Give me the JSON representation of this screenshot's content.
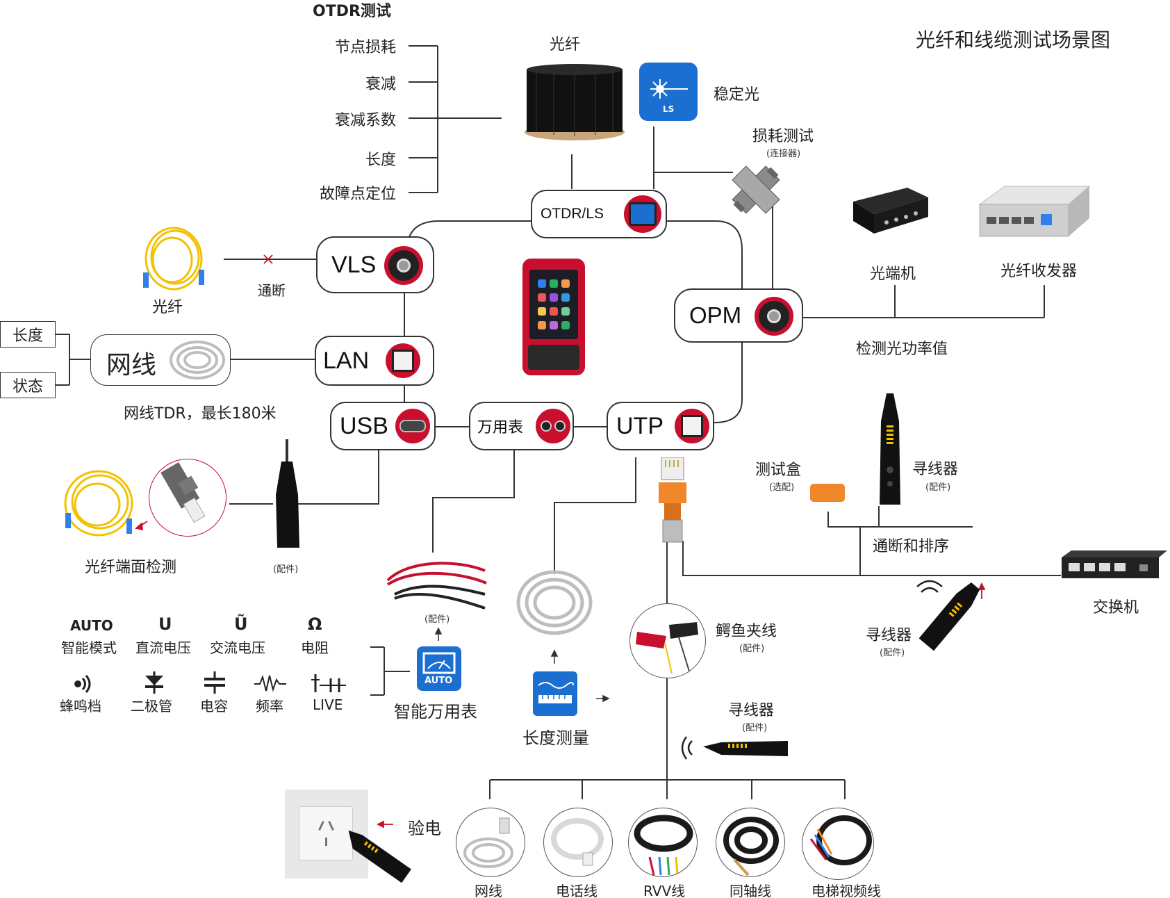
{
  "title": "光纤和线缆测试场景图",
  "otdr": {
    "heading": "OTDR测试",
    "items": [
      "节点损耗",
      "衰减",
      "衰减系数",
      "长度",
      "故障点定位"
    ]
  },
  "fiber_reel_label": "光纤",
  "stable_light": {
    "label": "稳定光",
    "icon_text": "LS"
  },
  "loss_test": {
    "label": "损耗测试",
    "sub": "(连接器)"
  },
  "ports": {
    "otdr_ls": "OTDR/LS",
    "vls": "VLS",
    "lan": "LAN",
    "usb": "USB",
    "multimeter": "万用表",
    "utp": "UTP",
    "opm": "OPM"
  },
  "vls_side": {
    "fiber_label": "光纤",
    "continuity": "通断"
  },
  "lan_side": {
    "cable_label": "网线",
    "length": "长度",
    "status": "状态",
    "tdr_note": "网线TDR，最长180米"
  },
  "opm_side": {
    "optical_terminal": "光端机",
    "transceiver": "光纤收发器",
    "power_value": "检测光功率值"
  },
  "endface": {
    "label": "光纤端面检测",
    "accessory": "(配件)"
  },
  "test_leads": {
    "accessory": "(配件)"
  },
  "smart_meter": {
    "label": "智能万用表",
    "icon_text": "AUTO",
    "modes": [
      {
        "sym": "AUTO",
        "name": "智能模式"
      },
      {
        "sym": "U",
        "name": "直流电压"
      },
      {
        "sym": "Ũ",
        "name": "交流电压"
      },
      {
        "sym": "Ω",
        "name": "电阻"
      },
      {
        "sym": "buzzer",
        "name": "蜂鸣档"
      },
      {
        "sym": "diode",
        "name": "二极管"
      },
      {
        "sym": "capacitor",
        "name": "电容"
      },
      {
        "sym": "frequency",
        "name": "频率"
      },
      {
        "sym": "live",
        "name": "LIVE"
      }
    ]
  },
  "length_measure": {
    "label": "长度测量"
  },
  "test_box": {
    "label": "测试盒",
    "sub": "(选配)"
  },
  "tracer_top": {
    "label": "寻线器",
    "sub": "(配件)"
  },
  "continuity_order": "通断和排序",
  "switch": {
    "label": "交换机"
  },
  "tracer_mid": {
    "label": "寻线器",
    "sub": "(配件)"
  },
  "alligator": {
    "label": "鳄鱼夹线",
    "sub": "(配件)"
  },
  "tracer_low": {
    "label": "寻线器",
    "sub": "(配件)"
  },
  "live_check": {
    "label": "验电"
  },
  "cables": [
    "网线",
    "电话线",
    "RVV线",
    "同轴线",
    "电梯视频线"
  ],
  "colors": {
    "accent_red": "#c8102e",
    "blue": "#1b6fd0",
    "orange": "#f0872a",
    "fiber_yellow": "#f2c200"
  }
}
